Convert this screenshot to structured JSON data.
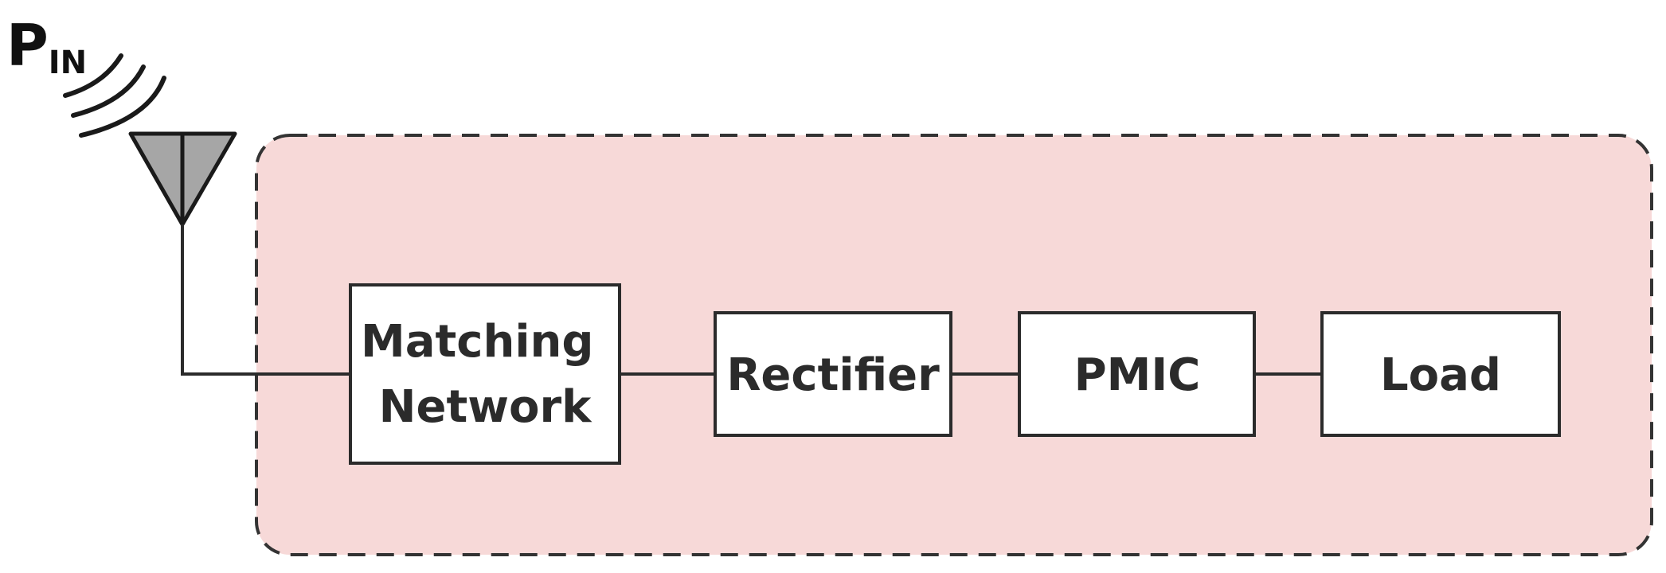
{
  "diagram": {
    "input_label": {
      "main": "P",
      "subscript": "IN"
    },
    "blocks": [
      {
        "id": "matching",
        "lines": [
          "Matching",
          "Network"
        ]
      },
      {
        "id": "rectifier",
        "lines": [
          "Rectifier"
        ]
      },
      {
        "id": "pmic",
        "lines": [
          "PMIC"
        ]
      },
      {
        "id": "load",
        "lines": [
          "Load"
        ]
      }
    ],
    "colors": {
      "region_fill": "#f7d9d8",
      "region_border": "#333333",
      "antenna_fill": "#a6a6a6",
      "line": "#2b2b2b",
      "block_fill": "#ffffff",
      "block_border": "#2b2b2b"
    }
  }
}
